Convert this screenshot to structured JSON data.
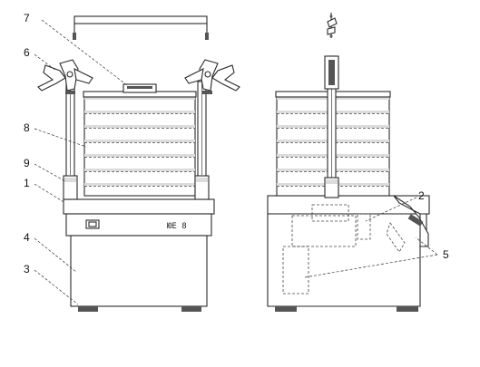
{
  "callouts": {
    "c1": "1",
    "c2": "2",
    "c3": "3",
    "c4": "4",
    "c5": "5",
    "c6": "6",
    "c7": "7",
    "c8": "8",
    "c9": "9"
  },
  "control_panel": {
    "display": "ЮЕ 8"
  },
  "icons": [
    "clamp-handle-icon",
    "sieve-stack",
    "drive-housing"
  ]
}
